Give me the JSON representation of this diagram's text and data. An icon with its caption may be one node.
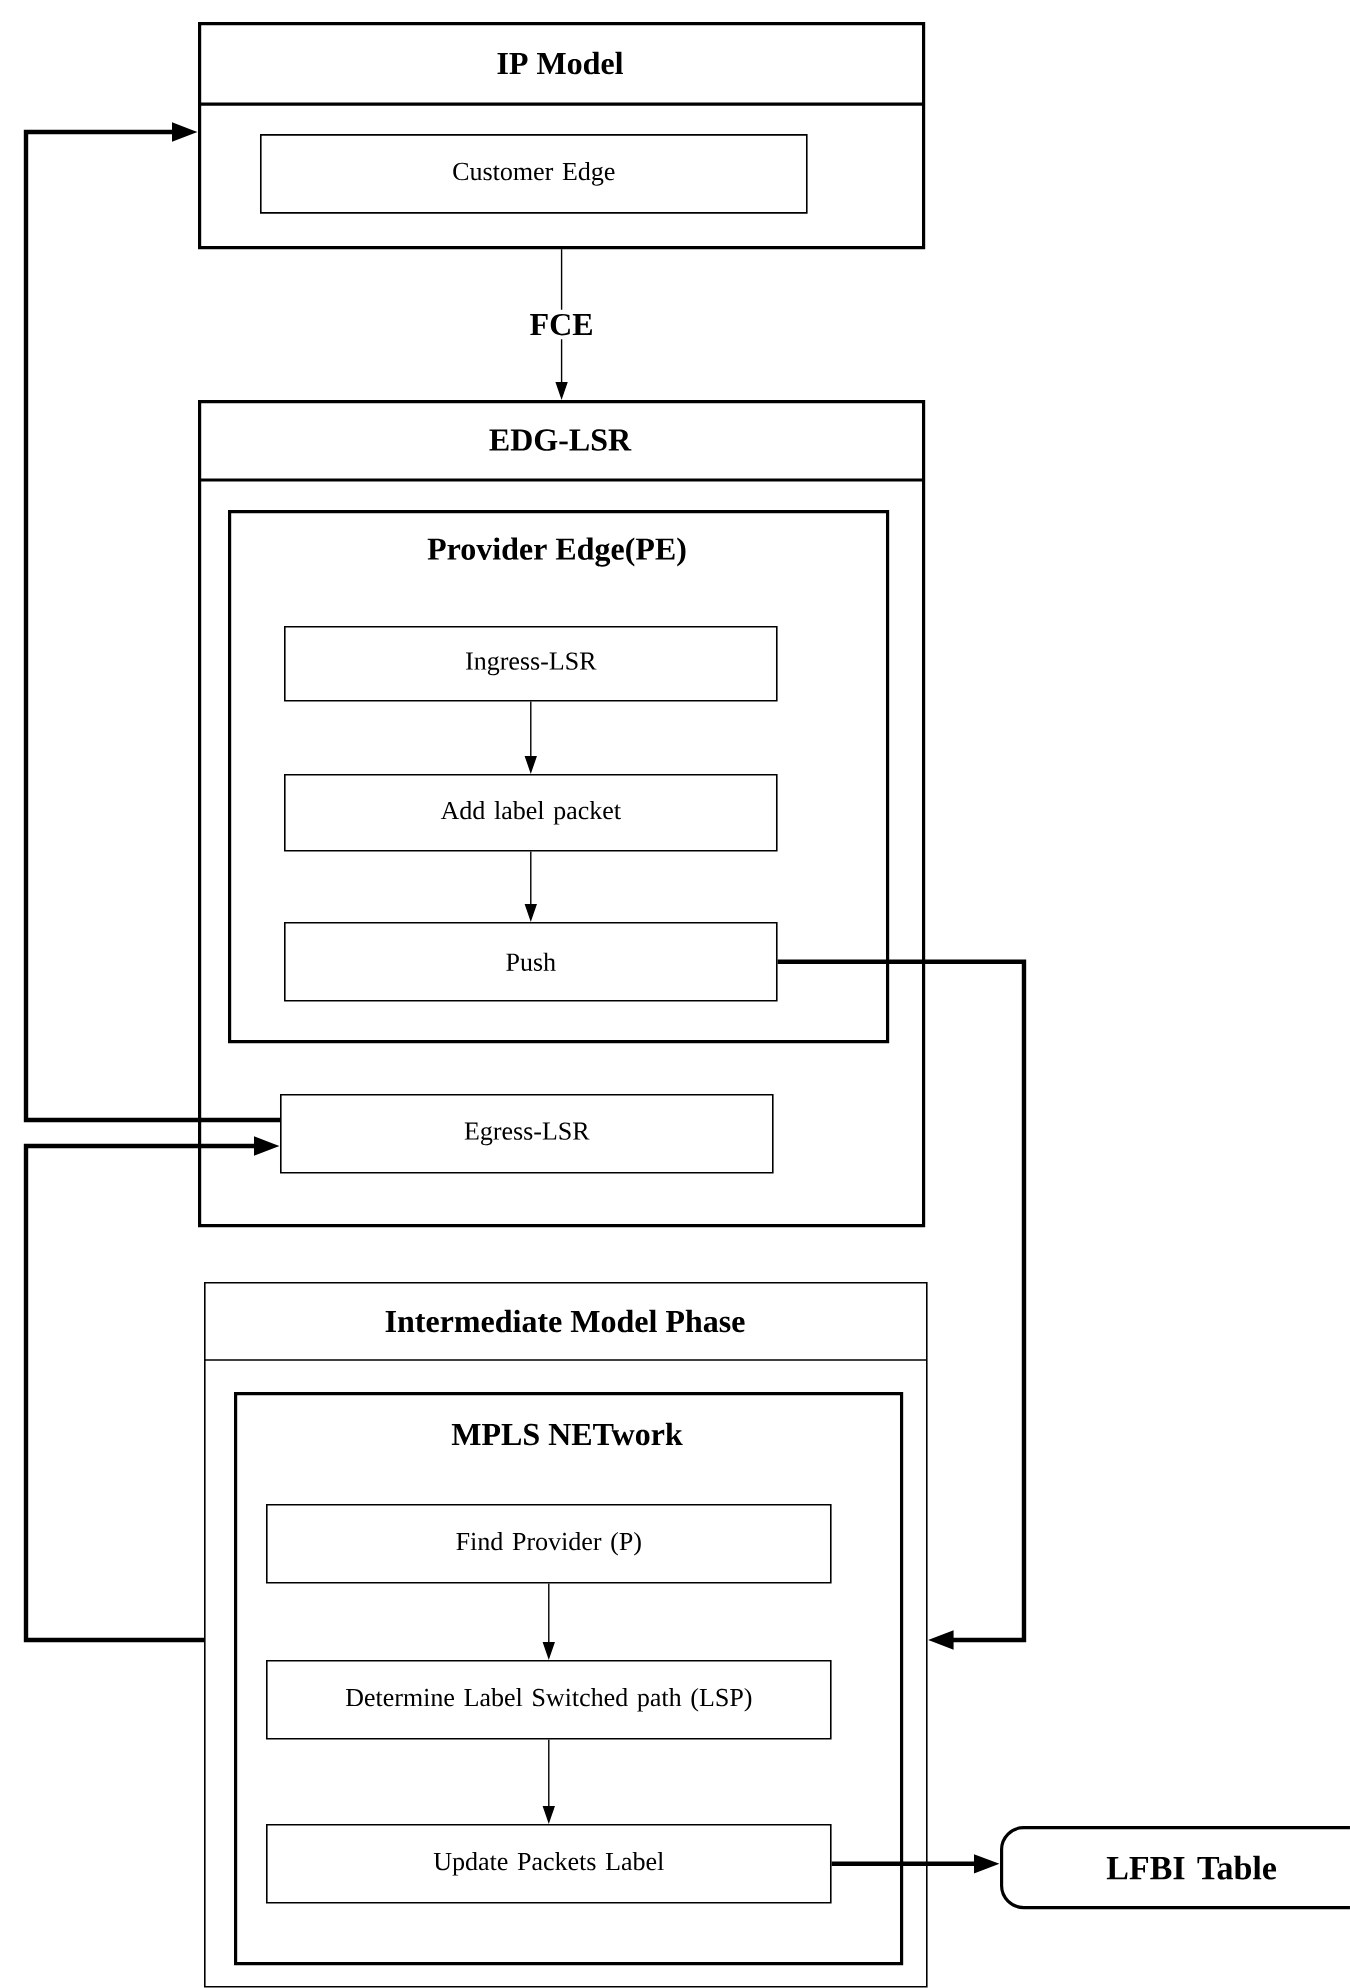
{
  "diagram": {
    "nodes": [
      {
        "text": [
          "IP Model"
        ]
      },
      {
        "text": [
          "Customer Edge"
        ],
        "in": 0
      },
      {
        "text": [
          "EDG-LSR"
        ]
      },
      {
        "text": [
          "Provider Edge(PE)"
        ],
        "in": 2
      },
      {
        "text": [
          "Ingress-LSR"
        ],
        "in": 3
      },
      {
        "text": [
          "Add label packet"
        ],
        "in": 3
      },
      {
        "text": [
          "Push"
        ],
        "in": 3
      },
      {
        "text": [
          "Egress-LSR"
        ],
        "in": 2
      },
      {
        "text": [
          "Intermediate Model Phase"
        ]
      },
      {
        "text": [
          "MPLS NETwork"
        ],
        "in": 8
      },
      {
        "text": [
          "Find Provider (P)"
        ],
        "in": 9
      },
      {
        "text": [
          "Determine Label Switched path (LSP)"
        ],
        "in": 9
      },
      {
        "text": [
          "Update Packets Label"
        ],
        "in": 9
      },
      {
        "text": [
          "LFBI Table"
        ]
      }
    ],
    "edges": [
      {
        "from": 0,
        "to": 2,
        "arrow": "to",
        "label": "FCE"
      },
      {
        "from": 7,
        "to": 0,
        "arrow": "to",
        "style": "thick"
      },
      {
        "from": 8,
        "to": 7,
        "arrow": "to",
        "style": "thick"
      },
      {
        "from": 6,
        "to": 8,
        "arrow": "to",
        "style": "thick"
      },
      {
        "from": 4,
        "to": 5,
        "arrow": "to"
      },
      {
        "from": 5,
        "to": 6,
        "arrow": "to"
      },
      {
        "from": 10,
        "to": 11,
        "arrow": "to"
      },
      {
        "from": 11,
        "to": 12,
        "arrow": "to"
      },
      {
        "from": 12,
        "to": 13,
        "arrow": "to",
        "style": "thick"
      }
    ]
  }
}
